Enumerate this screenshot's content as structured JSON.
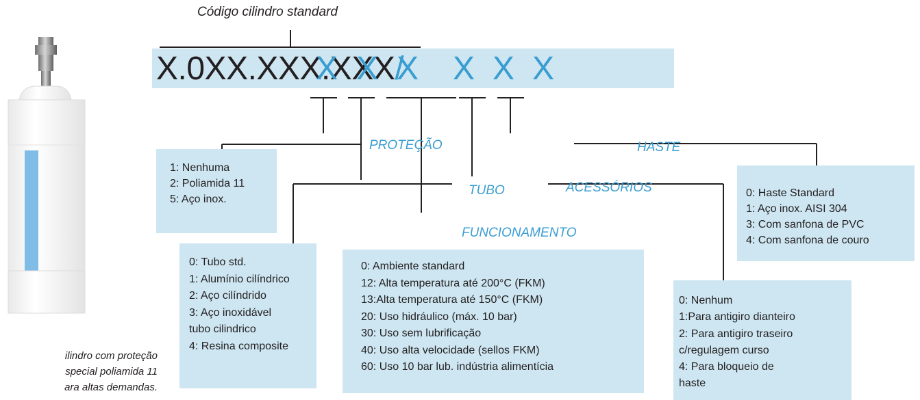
{
  "title": "Código cilindro standard",
  "code": {
    "base": "X.0XX.XXX.XXX",
    "separator": "/",
    "variables": [
      "X",
      "X",
      "X",
      "X",
      "X",
      "X"
    ]
  },
  "labels": {
    "protecao": "PROTEÇÃO",
    "tubo": "TUBO",
    "funcionamento": "FUNCIONAMENTO",
    "acessorios": "ACESSÓRIOS",
    "haste": "HASTE"
  },
  "boxes": {
    "protecao": [
      "1: Nenhuma",
      "2: Poliamida 11",
      "5: Aço inox."
    ],
    "tubo": [
      "0: Tubo std.",
      "1: Alumínio cilíndrico",
      "2: Aço cilíndrido",
      "3: Aço inoxidável",
      "tubo cilindrico",
      "4: Resina composite"
    ],
    "funcionamento": [
      "0: Ambiente standard",
      "12: Alta temperatura até 200°C (FKM)",
      "13:Alta temperatura até 150°C (FKM)",
      "20: Uso hidráulico (máx. 10 bar)",
      "30: Uso sem lubrificação",
      "40: Uso alta velocidade (sellos FKM)",
      "60: Uso 10 bar lub. indústria alimentícia"
    ],
    "acessorios": [
      "0: Nenhum",
      "1:Para antigiro dianteiro",
      "2: Para antigiro traseiro",
      "c/regulagem curso",
      "4: Para bloqueio de",
      "haste"
    ],
    "haste": [
      "0: Haste Standard",
      "1: Aço inox. AISI 304",
      "3: Com sanfona de PVC",
      "4: Com sanfona de couro"
    ]
  },
  "caption": [
    "ilindro com proteção",
    "special poliamida 11",
    "ara altas demandas."
  ],
  "colors": {
    "accent": "#3a9dd1",
    "box_fill": "#cde6f1",
    "cylinder_stripe": "#7fbde6"
  }
}
